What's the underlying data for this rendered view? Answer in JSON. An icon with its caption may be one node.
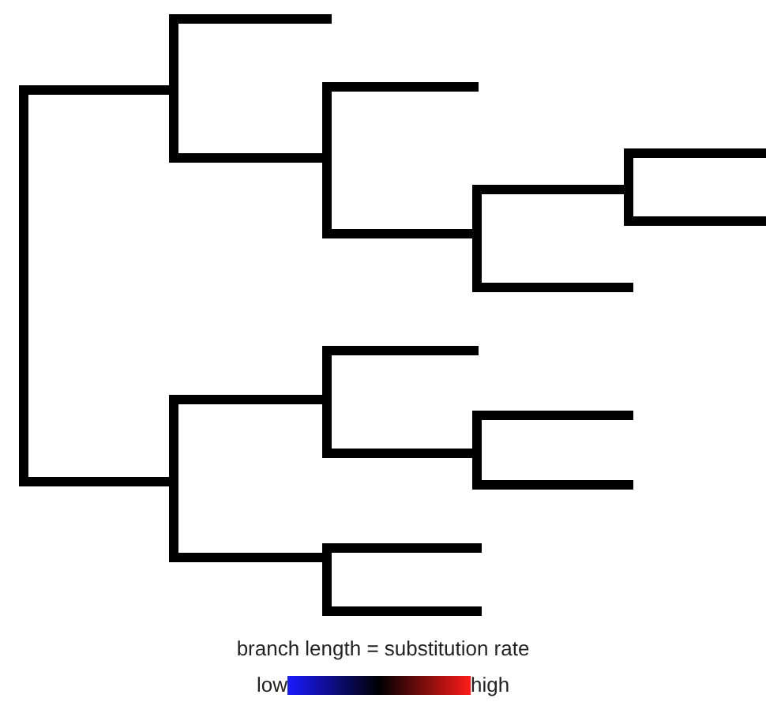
{
  "diagram": {
    "labels": [
      "branch length = substitution rate",
      "low",
      "high"
    ]
  }
}
